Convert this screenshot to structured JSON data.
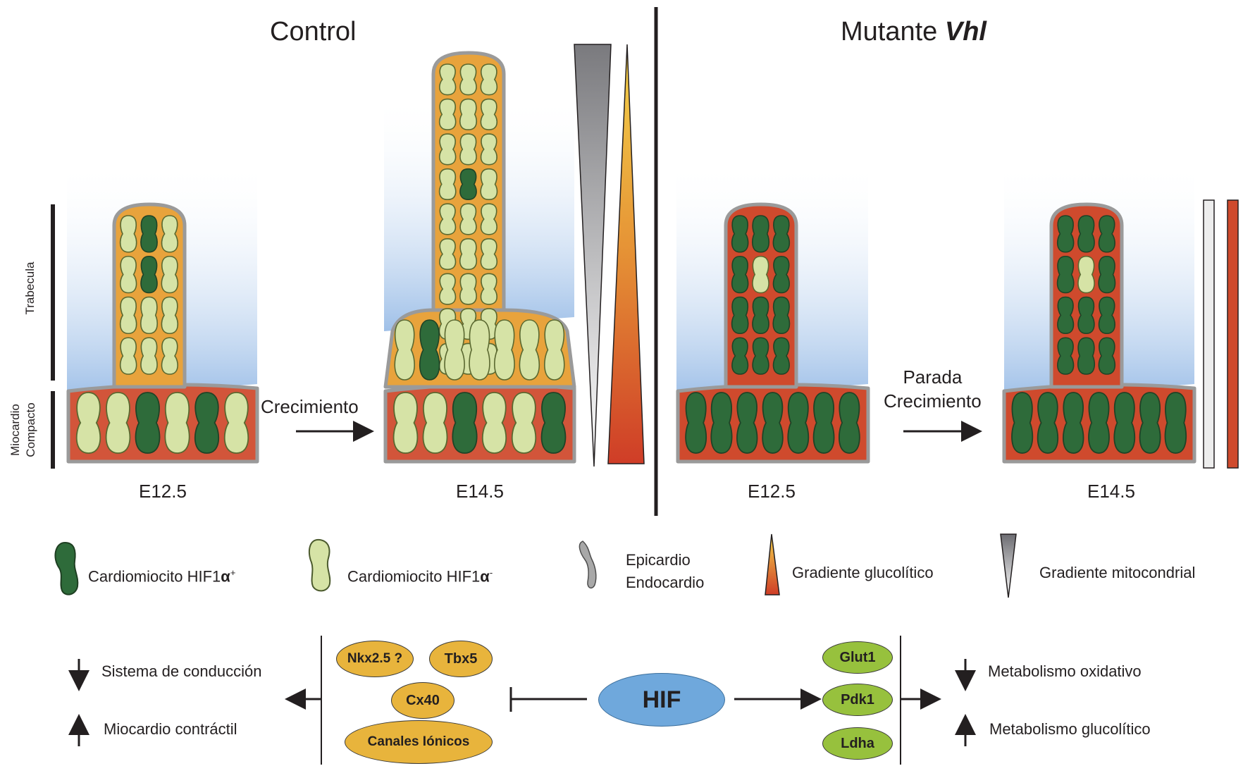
{
  "titles": {
    "control": "Control",
    "mutant_prefix": "Mutante ",
    "mutant_gene": "Vhl"
  },
  "axis_labels": {
    "trabecula": "Trabecula",
    "compact_line1": "Miocardio",
    "compact_line2": "Compacto"
  },
  "stages": {
    "e12": "E12.5",
    "e14": "E14.5"
  },
  "transitions": {
    "growth": "Crecimiento",
    "arrest_line1": "Parada",
    "arrest_line2": "Crecimiento"
  },
  "legend": {
    "hif_positive_base": "Cardiomiocito HIF1",
    "hif_positive_alpha": "α",
    "hif_positive_sup": "+",
    "hif_negative_base": "Cardiomiocito HIF1",
    "hif_negative_alpha": "α",
    "hif_negative_sup": "-",
    "epicardio": "Epicardio",
    "endocardio": "Endocardio",
    "glycolytic_gradient": "Gradiente glucolítico",
    "mitochondrial_gradient": "Gradiente mitocondrial"
  },
  "pathway": {
    "hif": "HIF",
    "inhibited_factors": [
      "Nkx2.5 ?",
      "Tbx5",
      "Cx40",
      "Canales Iónicos"
    ],
    "activated_genes": [
      "Glut1",
      "Pdk1",
      "Ldha"
    ],
    "left_outcomes": [
      {
        "direction": "down",
        "label": "Sistema de conducción"
      },
      {
        "direction": "up",
        "label": "Miocardio contráctil"
      }
    ],
    "right_outcomes": [
      {
        "direction": "down",
        "label": "Metabolismo oxidativo"
      },
      {
        "direction": "up",
        "label": "Metabolismo glucolítico"
      }
    ]
  },
  "colors": {
    "hif_positive_cell": "#2e6b3a",
    "hif_negative_cell": "#d6e3a6",
    "control_tissue": "#e8a33c",
    "mutant_tissue": "#cf4a2d",
    "membrane": "#9a9a9a",
    "hypoxia_gradient_top": "#ffffff",
    "hypoxia_gradient_bottom": "#a9c7ea"
  },
  "icons": [
    "down-arrow-icon",
    "up-arrow-icon",
    "right-arrow-icon",
    "left-arrow-icon",
    "inhibition-bar-icon"
  ]
}
